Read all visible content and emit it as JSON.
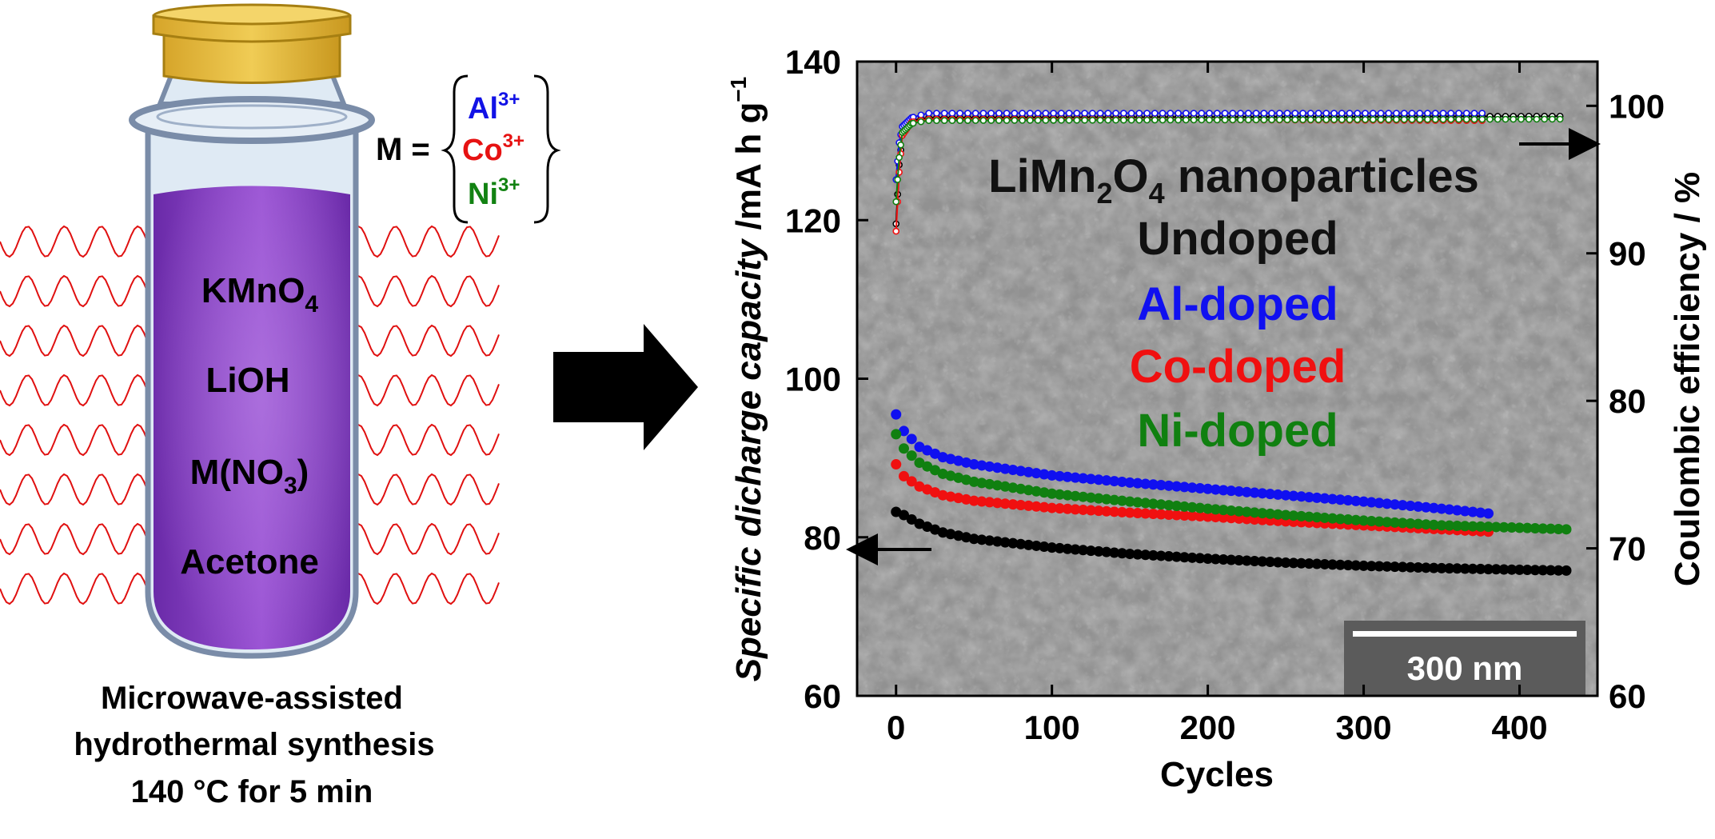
{
  "synthesis": {
    "tube_reagents": [
      "KMnO",
      "LiOH",
      "M(NO",
      "Acetone"
    ],
    "kmno4_subscript": "4",
    "mno3_subscript": "3",
    "mno3_close": ")",
    "dopant_prefix": "M =",
    "dopants": [
      {
        "symbol": "Al",
        "charge": "3+",
        "color": "#1212e6"
      },
      {
        "symbol": "Co",
        "charge": "3+",
        "color": "#e61212"
      },
      {
        "symbol": "Ni",
        "charge": "3+",
        "color": "#128212"
      }
    ],
    "caption": [
      "Microwave-assisted",
      "hydrothermal synthesis",
      "140 °C for 5 min"
    ],
    "icons": [
      "microwave-wave-icon",
      "test-tube-icon",
      "cap-icon",
      "arrow-right-icon"
    ],
    "colors": {
      "liquid": "#8a3cc8",
      "cap": "#e8be3a",
      "wave": "#e01010"
    }
  },
  "chart_data": {
    "type": "scatter",
    "xlabel": "Cycles",
    "ylabel_left_italic": "Specific dicharge capacity",
    "ylabel_left_units": " /mA h g",
    "ylabel_left_sup": "−1",
    "ylabel_right": "Coulombic efficiency / %",
    "xlim": [
      -25,
      450
    ],
    "ylim_left": [
      60,
      140
    ],
    "ylim_right": [
      60,
      103
    ],
    "x_ticks": [
      0,
      100,
      200,
      300,
      400
    ],
    "y_left_ticks": [
      60,
      80,
      100,
      120,
      140
    ],
    "y_right_ticks": [
      60,
      70,
      80,
      90,
      100
    ],
    "legend_title": "LiMn",
    "legend_title_sub1": "2",
    "legend_title_mid": "O",
    "legend_title_sub2": "4",
    "legend_title_tail": " nanoparticles",
    "legend": [
      {
        "label": "Undoped",
        "color": "#000000"
      },
      {
        "label": "Al-doped",
        "color": "#1010f0"
      },
      {
        "label": "Co-doped",
        "color": "#f01010"
      },
      {
        "label": "Ni-doped",
        "color": "#108010"
      }
    ],
    "scale_bar": "300 nm",
    "series": [
      {
        "name": "Undoped",
        "color": "#000000",
        "last_cycle": 430,
        "capacity": [
          [
            0,
            83.2
          ],
          [
            5,
            82.8
          ],
          [
            15,
            81.7
          ],
          [
            30,
            80.6
          ],
          [
            50,
            79.8
          ],
          [
            100,
            78.7
          ],
          [
            150,
            77.9
          ],
          [
            200,
            77.3
          ],
          [
            250,
            76.8
          ],
          [
            300,
            76.4
          ],
          [
            350,
            76.1
          ],
          [
            400,
            75.9
          ],
          [
            430,
            75.8
          ]
        ],
        "efficiency": [
          [
            0,
            92
          ],
          [
            2,
            96
          ],
          [
            4,
            98
          ],
          [
            10,
            99
          ],
          [
            20,
            99.2
          ],
          [
            430,
            99.3
          ]
        ]
      },
      {
        "name": "Al-doped",
        "color": "#1010f0",
        "last_cycle": 380,
        "capacity": [
          [
            0,
            95.5
          ],
          [
            5,
            93.4
          ],
          [
            15,
            91.4
          ],
          [
            30,
            90.1
          ],
          [
            50,
            89.2
          ],
          [
            100,
            87.8
          ],
          [
            150,
            86.9
          ],
          [
            200,
            86.1
          ],
          [
            250,
            85.3
          ],
          [
            300,
            84.5
          ],
          [
            350,
            83.6
          ],
          [
            380,
            83.0
          ]
        ],
        "efficiency": [
          [
            0,
            95
          ],
          [
            2,
            97.5
          ],
          [
            4,
            98.6
          ],
          [
            10,
            99.2
          ],
          [
            20,
            99.5
          ],
          [
            380,
            99.5
          ]
        ]
      },
      {
        "name": "Co-doped",
        "color": "#f01010",
        "last_cycle": 380,
        "capacity": [
          [
            0,
            89.2
          ],
          [
            5,
            87.7
          ],
          [
            15,
            86.4
          ],
          [
            30,
            85.3
          ],
          [
            50,
            84.6
          ],
          [
            100,
            83.7
          ],
          [
            150,
            83.1
          ],
          [
            200,
            82.6
          ],
          [
            250,
            82.0
          ],
          [
            300,
            81.5
          ],
          [
            350,
            81.0
          ],
          [
            380,
            80.7
          ]
        ],
        "efficiency": [
          [
            0,
            91.5
          ],
          [
            2,
            95.5
          ],
          [
            4,
            98
          ],
          [
            10,
            98.9
          ],
          [
            20,
            99.1
          ],
          [
            380,
            99.0
          ]
        ]
      },
      {
        "name": "Ni-doped",
        "color": "#108010",
        "last_cycle": 430,
        "capacity": [
          [
            0,
            93.0
          ],
          [
            5,
            91.2
          ],
          [
            15,
            89.4
          ],
          [
            30,
            88.0
          ],
          [
            50,
            87.0
          ],
          [
            100,
            85.5
          ],
          [
            150,
            84.5
          ],
          [
            200,
            83.6
          ],
          [
            250,
            82.8
          ],
          [
            300,
            82.1
          ],
          [
            350,
            81.5
          ],
          [
            400,
            81.2
          ],
          [
            430,
            81.0
          ]
        ],
        "efficiency": [
          [
            0,
            93.5
          ],
          [
            2,
            96.5
          ],
          [
            4,
            98.2
          ],
          [
            10,
            98.8
          ],
          [
            20,
            99.0
          ],
          [
            430,
            99.1
          ]
        ]
      }
    ],
    "grid": false,
    "arrows": [
      "capacity-axis-arrow (left)",
      "efficiency-axis-arrow (right)"
    ]
  }
}
